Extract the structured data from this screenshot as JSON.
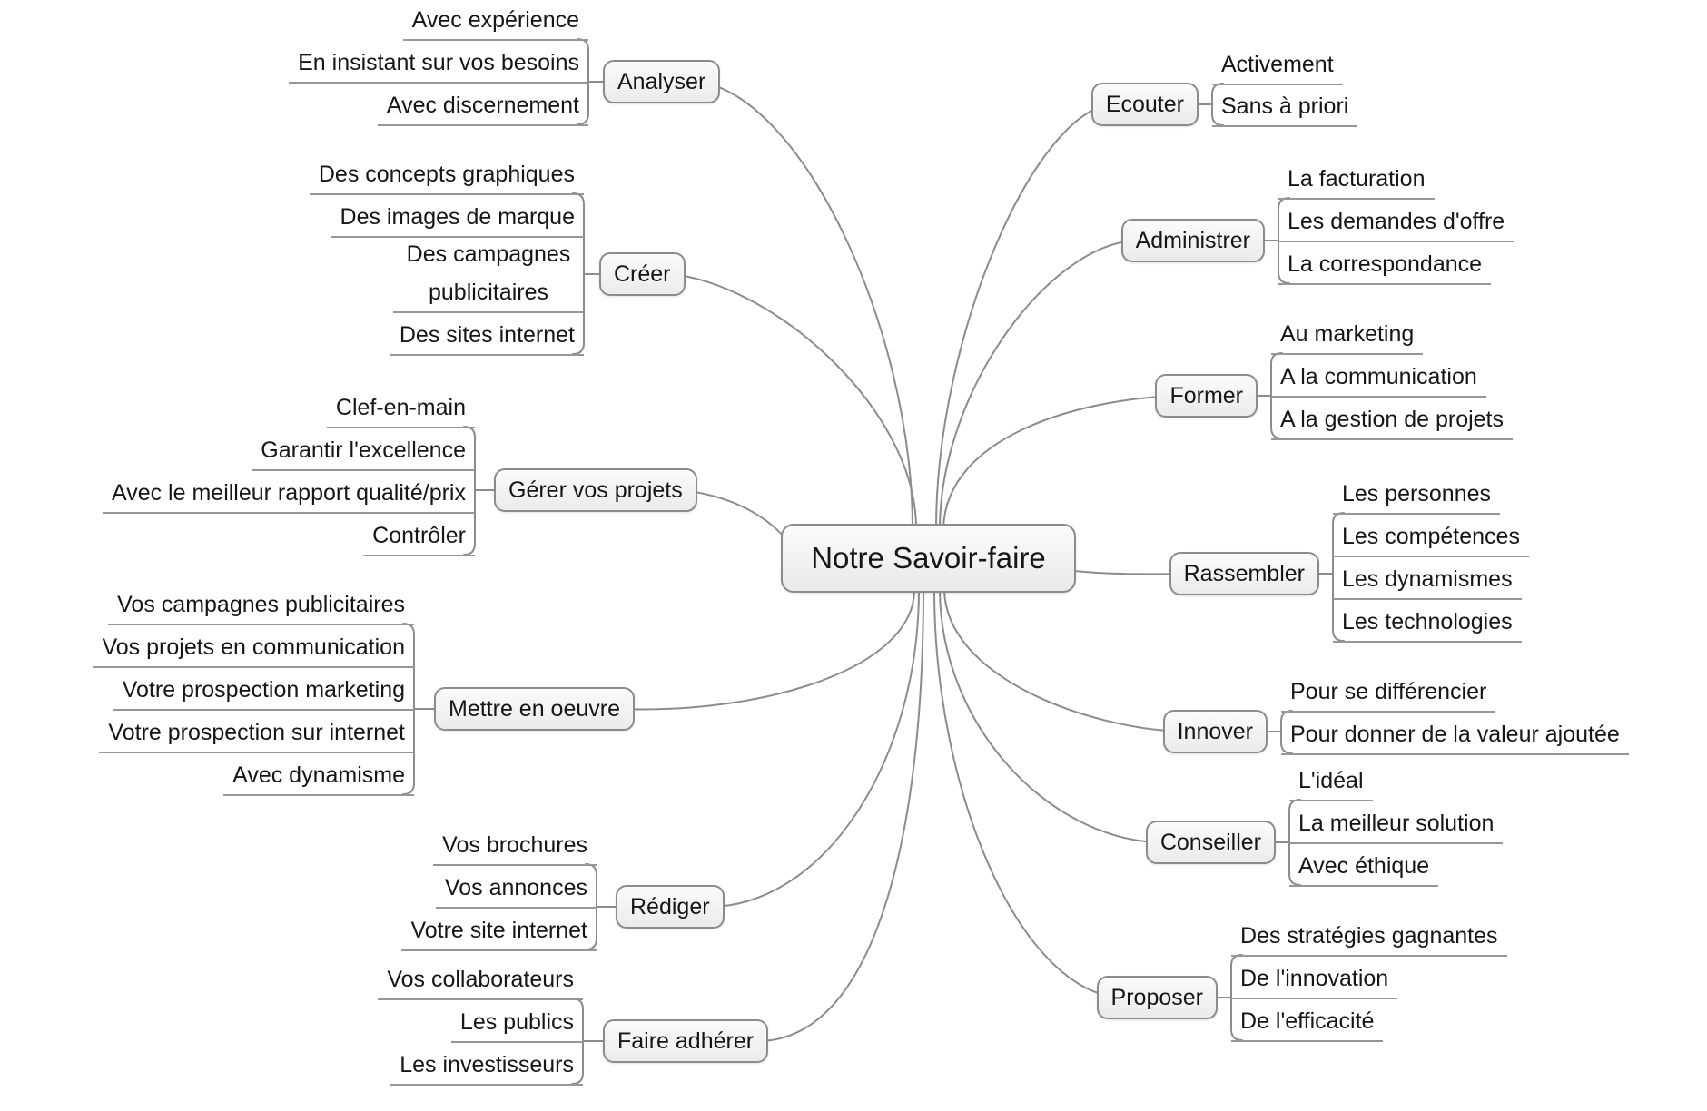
{
  "title": "Notre Savoir-faire",
  "branches": {
    "left": [
      {
        "label": "Analyser",
        "children": [
          "Avec expérience",
          "En insistant sur vos besoins",
          "Avec discernement"
        ]
      },
      {
        "label": "Créer",
        "children": [
          "Des concepts graphiques",
          "Des images de marque",
          "Des campagnes publicitaires",
          "Des sites internet"
        ]
      },
      {
        "label": "Gérer vos projets",
        "children": [
          "Clef-en-main",
          "Garantir l'excellence",
          "Avec le meilleur rapport qualité/prix",
          "Contrôler"
        ]
      },
      {
        "label": "Mettre en oeuvre",
        "children": [
          "Vos campagnes publicitaires",
          "Vos projets en communication",
          "Votre prospection marketing",
          "Votre prospection sur internet",
          "Avec dynamisme"
        ]
      },
      {
        "label": "Rédiger",
        "children": [
          "Vos brochures",
          "Vos annonces",
          "Votre site internet"
        ]
      },
      {
        "label": "Faire adhérer",
        "children": [
          "Vos collaborateurs",
          "Les publics",
          "Les investisseurs"
        ]
      }
    ],
    "right": [
      {
        "label": "Ecouter",
        "children": [
          "Activement",
          "Sans à priori"
        ]
      },
      {
        "label": "Administrer",
        "children": [
          "La facturation",
          "Les demandes d'offre",
          "La correspondance"
        ]
      },
      {
        "label": "Former",
        "children": [
          "Au marketing",
          "A la communication",
          "A la gestion de projets"
        ]
      },
      {
        "label": "Rassembler",
        "children": [
          "Les personnes",
          "Les compétences",
          "Les dynamismes",
          "Les technologies"
        ]
      },
      {
        "label": "Innover",
        "children": [
          "Pour se différencier",
          "Pour donner de la valeur ajoutée"
        ]
      },
      {
        "label": "Conseiller",
        "children": [
          "L'idéal",
          "La meilleur solution",
          "Avec éthique"
        ]
      },
      {
        "label": "Proposer",
        "children": [
          "Des stratégies gagnantes",
          "De l'innovation",
          "De l'efficacité"
        ]
      }
    ]
  },
  "colors": {
    "background": "#ffffff",
    "line": "#8c8c8c",
    "underline": "#979797",
    "node_border": "#8c8c8c",
    "node_fill_top": "#fbfbfb",
    "node_fill_bottom": "#ebebeb",
    "text": "#161616"
  }
}
